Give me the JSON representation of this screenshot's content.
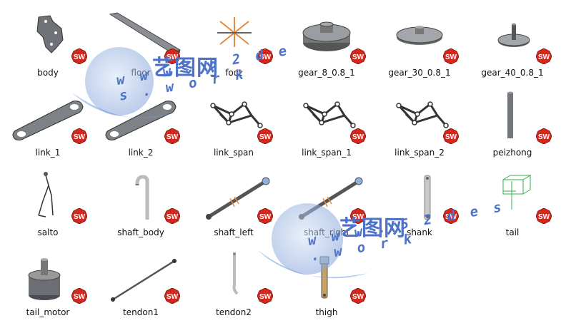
{
  "files": [
    {
      "name": "body",
      "icon": "body-plate-icon"
    },
    {
      "name": "floor",
      "icon": "floor-plate-icon"
    },
    {
      "name": "foot",
      "icon": "foot-part-icon"
    },
    {
      "name": "gear_8_0.8_1",
      "icon": "gear-large-hub-icon"
    },
    {
      "name": "gear_30_0.8_1",
      "icon": "gear-wide-icon"
    },
    {
      "name": "gear_40_0.8_1",
      "icon": "gear-pin-icon"
    },
    {
      "name": "link_1",
      "icon": "link-bar-icon"
    },
    {
      "name": "link_2",
      "icon": "link-bar-icon"
    },
    {
      "name": "link_span",
      "icon": "link-span-icon"
    },
    {
      "name": "link_span_1",
      "icon": "link-span-icon"
    },
    {
      "name": "link_span_2",
      "icon": "link-span-icon"
    },
    {
      "name": "peizhong",
      "icon": "rod-icon"
    },
    {
      "name": "salto",
      "icon": "salto-assembly-icon"
    },
    {
      "name": "shaft_body",
      "icon": "shaft-body-icon"
    },
    {
      "name": "shaft_left",
      "icon": "shaft-diagonal-icon"
    },
    {
      "name": "shaft_right",
      "icon": "shaft-diagonal-icon"
    },
    {
      "name": "shank",
      "icon": "shank-icon"
    },
    {
      "name": "tail",
      "icon": "tail-wireframe-icon"
    },
    {
      "name": "tail_motor",
      "icon": "motor-cylinder-icon"
    },
    {
      "name": "tendon1",
      "icon": "tendon-diagonal-icon"
    },
    {
      "name": "tendon2",
      "icon": "tendon-vertical-icon"
    },
    {
      "name": "thigh",
      "icon": "thigh-icon"
    }
  ],
  "badge": {
    "text": "SW",
    "color": "#d9261c"
  },
  "watermark": {
    "chinese": "艺图网",
    "url": "w w w . 5 2 d e s . w o r k"
  }
}
